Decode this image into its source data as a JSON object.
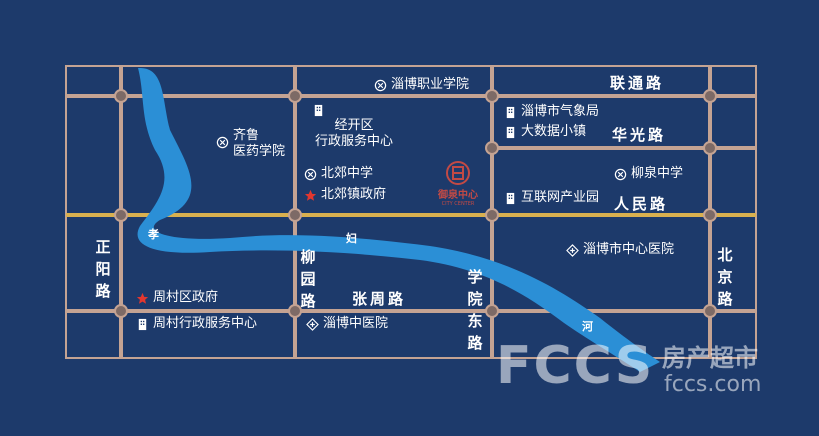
{
  "roads": {
    "lianyun": "联通路",
    "huaguang": "华光路",
    "renmin": "人民路",
    "zhangzhou": "张周路",
    "zhengyang": "正阳路",
    "liuyuan": "柳园路",
    "xueyuan_east": "学院东路",
    "beijing": "北京路"
  },
  "river": {
    "chars": [
      "孝",
      "妇",
      "河"
    ],
    "color": "#2b8fd6"
  },
  "pois": {
    "zibo_vocational": "淄博职业学院",
    "qilu_medical": "齐鲁\n医药学院",
    "jingkai_center": "经开区\n行政服务中心",
    "beijiao_school": "北郊中学",
    "beijiao_gov": "北郊镇政府",
    "weather_bureau": "淄博市气象局",
    "bigdata_town": "大数据小镇",
    "liuquan_school": "柳泉中学",
    "internet_park": "互联网产业园",
    "central_hospital": "淄博市中心医院",
    "zhoucun_gov": "周村区政府",
    "zhoucun_service": "周村行政服务中心",
    "zibo_tcm": "淄博中医院"
  },
  "project_logo": {
    "name": "御泉中心",
    "sub": "CITY CENTER"
  },
  "watermark": {
    "brand": "FCCS",
    "cn": "房产超市",
    "url": "fccs.com"
  },
  "colors": {
    "background": "#1d3a6b",
    "road": "#c4a393",
    "main_road": "#d9b04f",
    "river": "#2b8fd6",
    "star": "#e2372f"
  },
  "icons": {
    "school": "school-icon",
    "building": "building-icon",
    "government": "star-icon",
    "hospital": "hospital-icon"
  }
}
